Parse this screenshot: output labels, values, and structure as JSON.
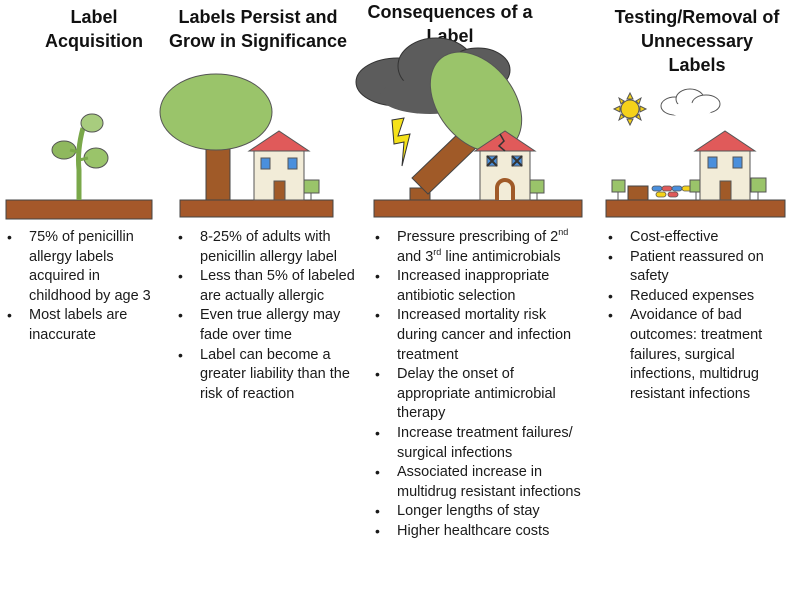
{
  "columns": [
    {
      "title": "Label Acquisition",
      "bullets": [
        {
          "text": "75% of penicillin allergy labels acquired in childhood by age 3"
        },
        {
          "text": "Most labels are inaccurate"
        }
      ]
    },
    {
      "title": "Labels Persist and Grow in Significance",
      "bullets": [
        {
          "text": "8-25% of adults with penicillin allergy label"
        },
        {
          "text": "Less than 5% of labeled are actually allergic"
        },
        {
          "text": "Even true allergy may fade over time"
        },
        {
          "text": "Label can become a greater liability than the risk of reaction"
        }
      ]
    },
    {
      "title": "Consequences of a Label",
      "bullets": [
        {
          "parts": [
            "Pressure prescribing of 2",
            "nd",
            " and 3",
            "rd",
            " line antimicrobials"
          ]
        },
        {
          "text": "Increased inappropriate antibiotic selection"
        },
        {
          "text": "Increased mortality risk during cancer and infection treatment"
        },
        {
          "text": "Delay the onset of appropriate antimicrobial therapy"
        },
        {
          "text": "Increase treatment failures/ surgical infections"
        },
        {
          "text": "Associated increase in multidrug resistant infections"
        },
        {
          "text": "Longer lengths of stay"
        },
        {
          "text": "Higher healthcare costs"
        }
      ]
    },
    {
      "title": "Testing/Removal of Unnecessary Labels",
      "bullets": [
        {
          "text": "Cost-effective"
        },
        {
          "text": "Patient reassured on safety"
        },
        {
          "text": "Reduced expenses"
        },
        {
          "text": "Avoidance of bad outcomes: treatment failures, surgical infections, multidrug resistant infections"
        }
      ]
    }
  ],
  "colors": {
    "ground": "#a5582a",
    "trunk": "#a05a28",
    "foliage": "#9ac46a",
    "sprout": "#8fbb5a",
    "roof": "#e05a5a",
    "house_wall": "#f2ecd8",
    "window": "#4a8fdc",
    "cloud_dark": "#5c5c5c",
    "lightning": "#f5e21a",
    "sun": "#f5d21a",
    "bush": "#9ac46a"
  }
}
